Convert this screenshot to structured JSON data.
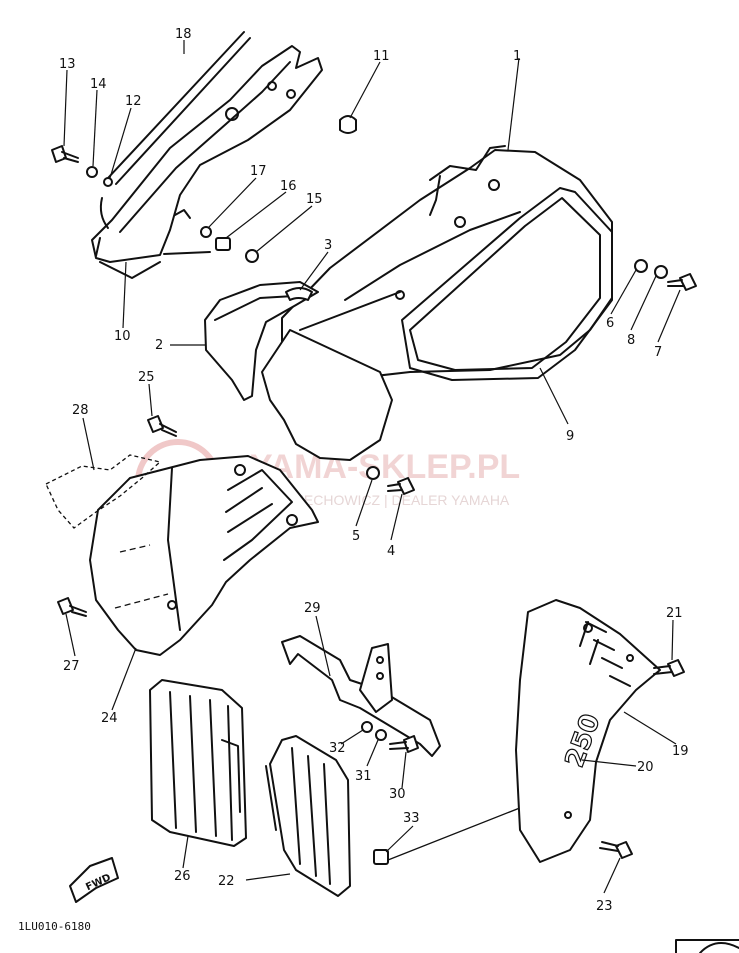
{
  "watermark": {
    "brand": "YAMA-SKLEP.PL",
    "tagline": "IECHOWICZ | DEALER YAMAHA"
  },
  "diagram_code": "1LU010-6180",
  "forward_marker": "FWD",
  "decal_text": "250",
  "callouts": [
    {
      "id": "c1",
      "label": "1"
    },
    {
      "id": "c2",
      "label": "2"
    },
    {
      "id": "c3",
      "label": "3"
    },
    {
      "id": "c4",
      "label": "4"
    },
    {
      "id": "c5",
      "label": "5"
    },
    {
      "id": "c6",
      "label": "6"
    },
    {
      "id": "c7",
      "label": "7"
    },
    {
      "id": "c8",
      "label": "8"
    },
    {
      "id": "c9",
      "label": "9"
    },
    {
      "id": "c10",
      "label": "10"
    },
    {
      "id": "c11",
      "label": "11"
    },
    {
      "id": "c12",
      "label": "12"
    },
    {
      "id": "c13",
      "label": "13"
    },
    {
      "id": "c14",
      "label": "14"
    },
    {
      "id": "c15",
      "label": "15"
    },
    {
      "id": "c16",
      "label": "16"
    },
    {
      "id": "c17",
      "label": "17"
    },
    {
      "id": "c18",
      "label": "18"
    },
    {
      "id": "c19",
      "label": "19"
    },
    {
      "id": "c20",
      "label": "20"
    },
    {
      "id": "c21",
      "label": "21"
    },
    {
      "id": "c22",
      "label": "22"
    },
    {
      "id": "c23",
      "label": "23"
    },
    {
      "id": "c24",
      "label": "24"
    },
    {
      "id": "c25",
      "label": "25"
    },
    {
      "id": "c26",
      "label": "26"
    },
    {
      "id": "c27",
      "label": "27"
    },
    {
      "id": "c28",
      "label": "28"
    },
    {
      "id": "c29",
      "label": "29"
    },
    {
      "id": "c30",
      "label": "30"
    },
    {
      "id": "c31",
      "label": "31"
    },
    {
      "id": "c32",
      "label": "32"
    },
    {
      "id": "c33",
      "label": "33"
    }
  ]
}
